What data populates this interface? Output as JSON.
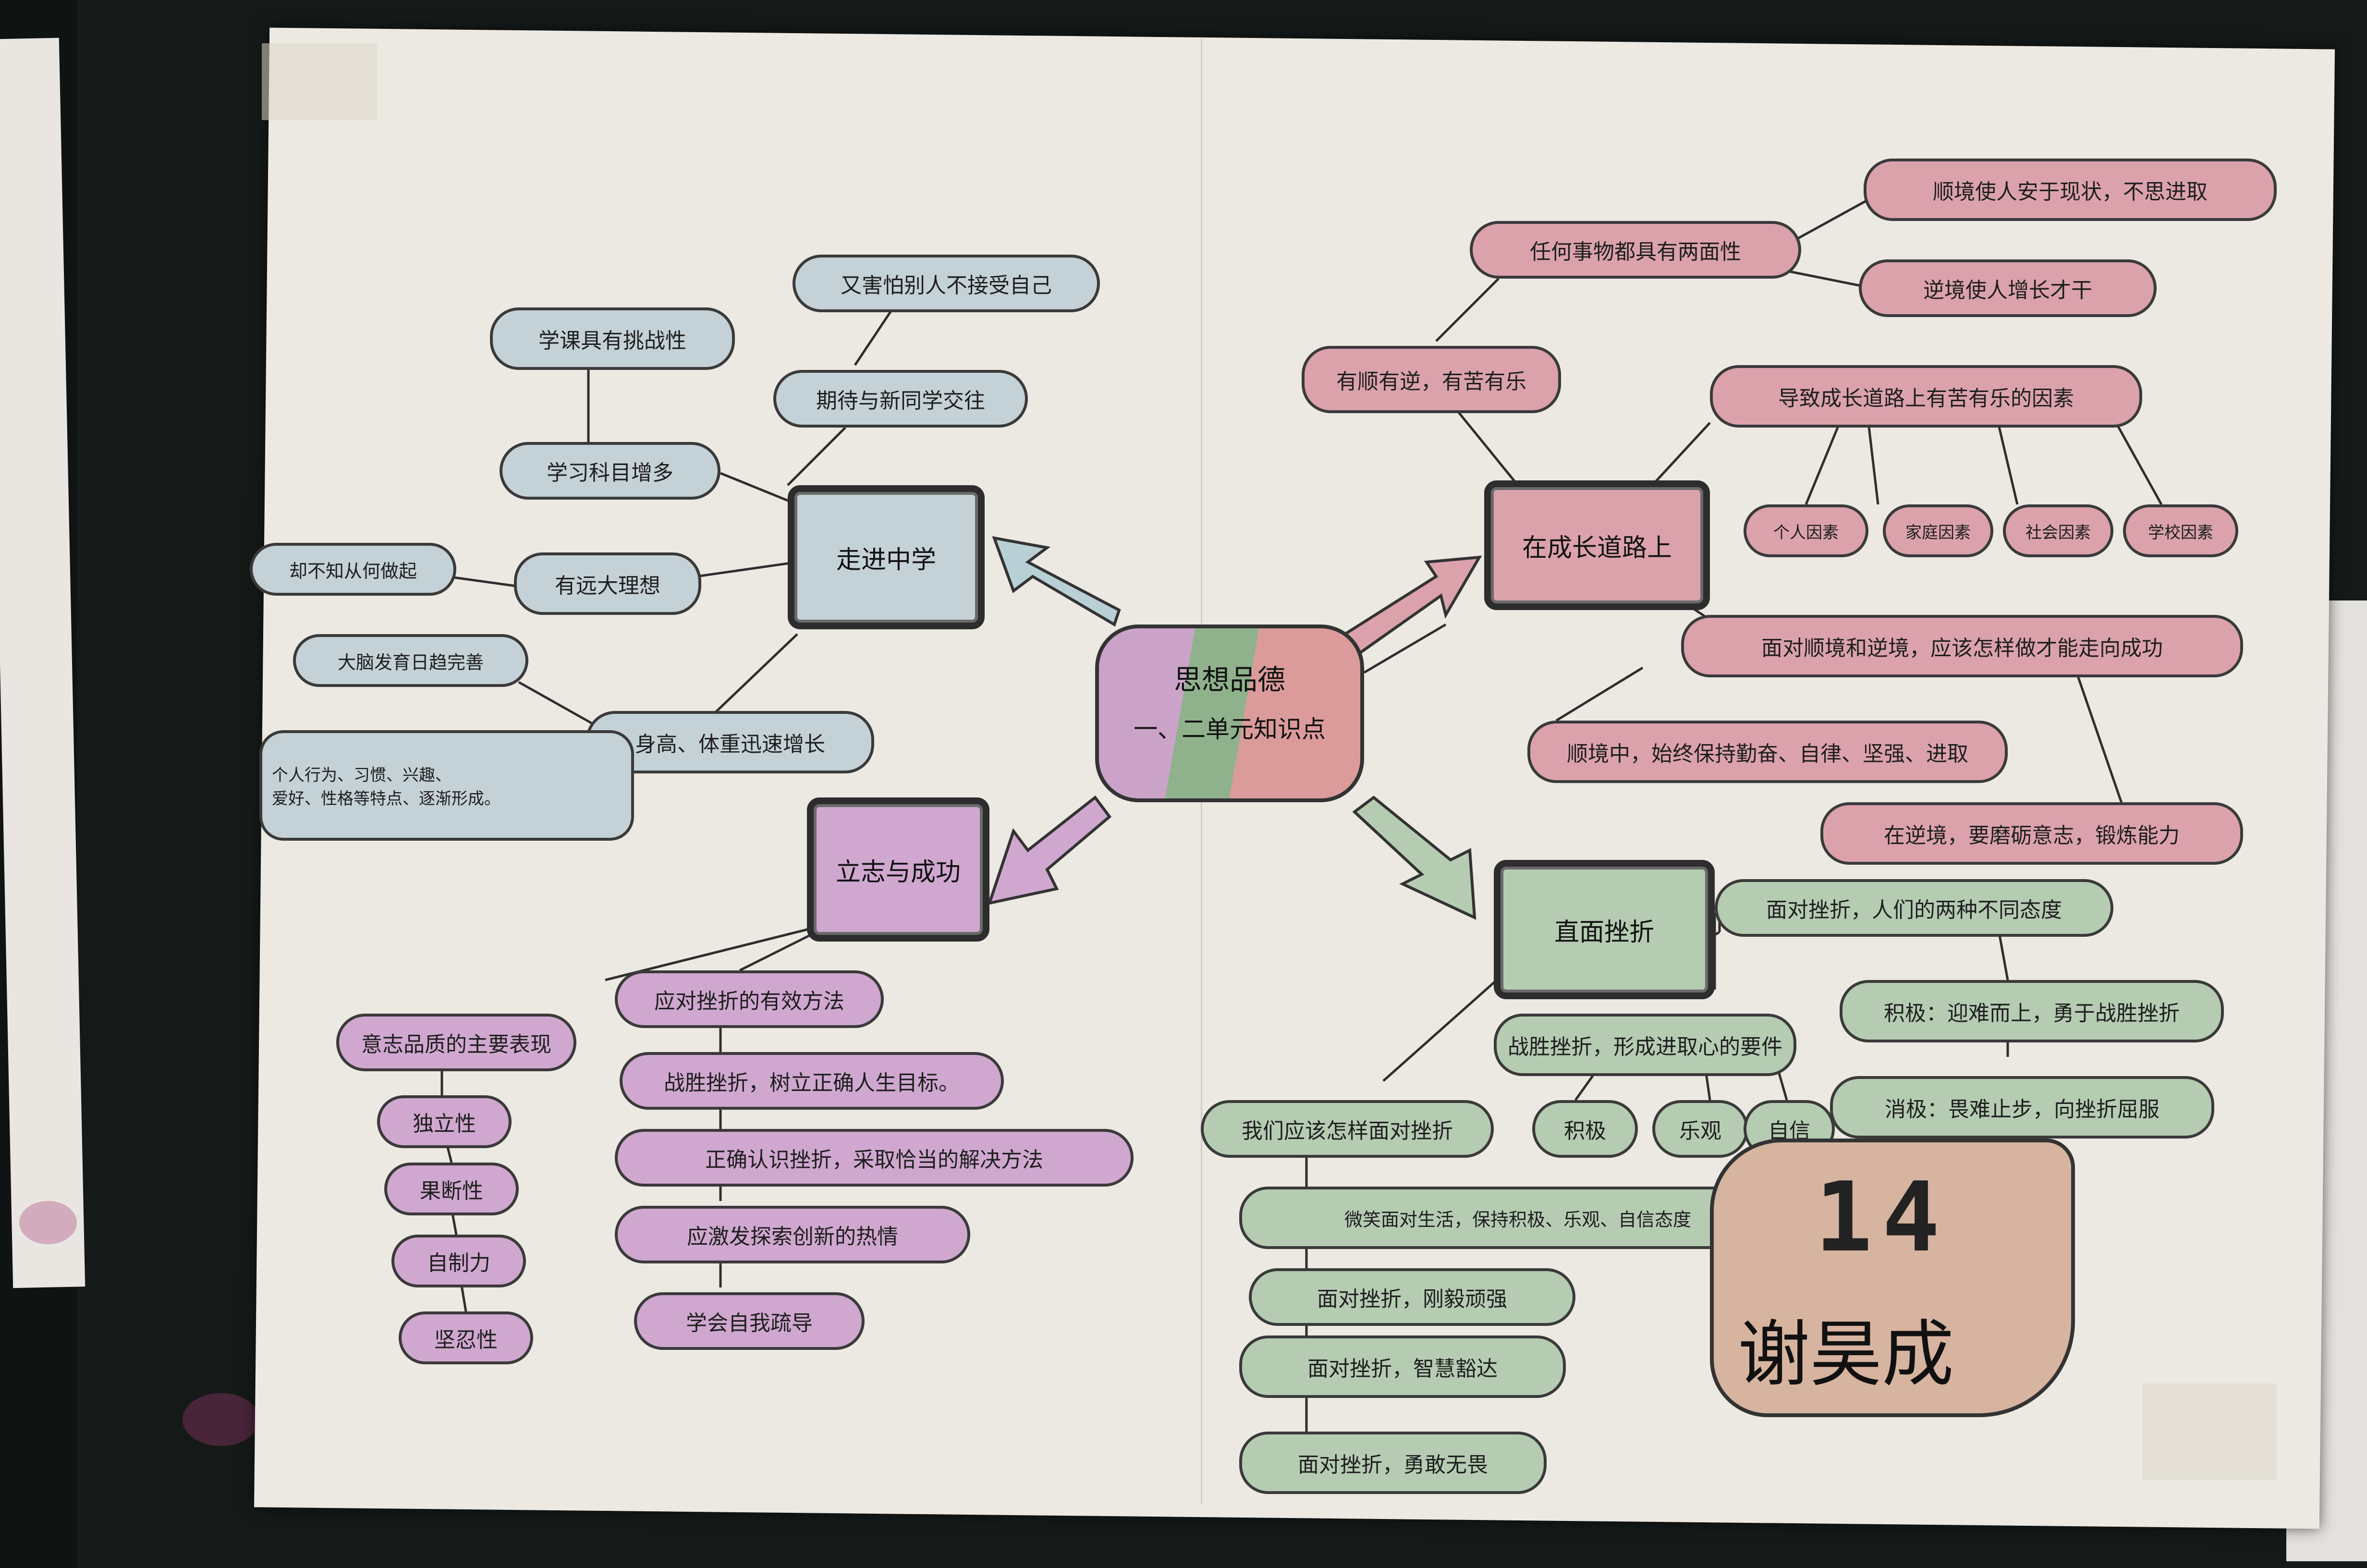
{
  "center": {
    "line1": "思想品德",
    "line2": "一、二单元知识点",
    "colors": [
      "#cba3c9",
      "#8fb28c",
      "#dc9b9b"
    ]
  },
  "hubs": {
    "zoujin": "走进中学",
    "lizhi": "立志与成功",
    "chengzhang": "在成长道路上",
    "cuozhe": "直面挫折"
  },
  "zoujin_branch": {
    "youai": "又害怕别人不接受自己",
    "qidai": "期待与新同学交往",
    "tiaozhan": "学课具有挑战性",
    "kemu": "学习科目增多",
    "lixiang": "有远大理想",
    "zuoqi": "却不知从何做起",
    "wanshan": "大脑发育日趋完善",
    "shengao": "身高、体重迅速增长",
    "xingwei_line1": "个人行为、习惯、兴趣、",
    "xingwei_line2": "爱好、性格等特点、逐渐形成。"
  },
  "lizhi_branch": {
    "biaoxian": "意志品质的主要表现",
    "traits": [
      "独立性",
      "果断性",
      "自制力",
      "坚忍性"
    ],
    "fangfa": "应对挫折的有效方法",
    "methods": [
      "战胜挫折，树立正确人生目标。",
      "正确认识挫折，采取恰当的解决方法",
      "应激发探索创新的热情",
      "学会自我疏导"
    ]
  },
  "chengzhang_branch": {
    "liangmian": "任何事物都具有两面性",
    "shunjing": "顺境使人安于现状，不思进取",
    "nijing": "逆境使人增长才干",
    "youku": "有顺有逆，有苦有乐",
    "yinsu": "导致成长道路上有苦有乐的因素",
    "factors": [
      "个人因素",
      "家庭因素",
      "社会因素",
      "学校因素"
    ],
    "mianzhi": "面对顺境和逆境，应该怎样做才能走向成功",
    "shunjing_zuo": "顺境中，始终保持勤奋、自律、坚强、进取",
    "nijing_zuo": "在逆境，要磨砺意志，锻炼能力"
  },
  "cuozhe_branch": {
    "taidu": "面对挫折，人们的两种不同态度",
    "jiji": "积极：迎难而上，勇于战胜挫折",
    "xiaoji": "消极：畏难止步，向挫折屈服",
    "tiaojian": "战胜挫折，形成进取心的要件",
    "attitudes": [
      "积极",
      "乐观",
      "自信"
    ],
    "yinggai": "我们应该怎样面对挫折",
    "ways": [
      "微笑面对生活，保持积极、乐观、自信态度",
      "面对挫折，刚毅顽强",
      "面对挫折，智慧豁达",
      "面对挫折，勇敢无畏"
    ]
  },
  "signature": {
    "number": "14",
    "name": "谢昊成"
  }
}
